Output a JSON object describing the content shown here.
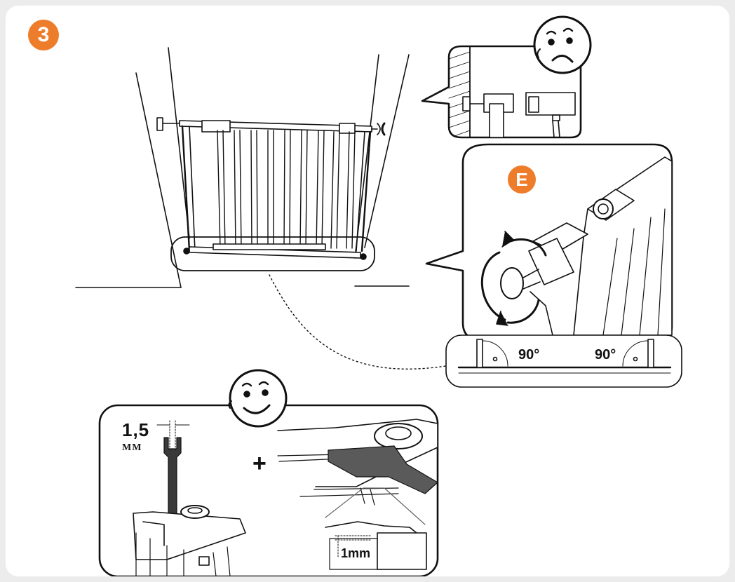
{
  "step": {
    "number": "3",
    "color": "#ee7d2b"
  },
  "detail_e": {
    "letter": "E",
    "color": "#ee7d2b"
  },
  "angles": {
    "left": "90°",
    "right": "90°"
  },
  "measurements": {
    "gap_value": "1,5",
    "gap_unit": "MM",
    "clearance": "1mm"
  },
  "symbols": {
    "plus": "+"
  },
  "icons": {
    "sad": "sad-face-icon",
    "happy": "happy-face-icon",
    "rotate": "rotate-arrows-icon"
  }
}
